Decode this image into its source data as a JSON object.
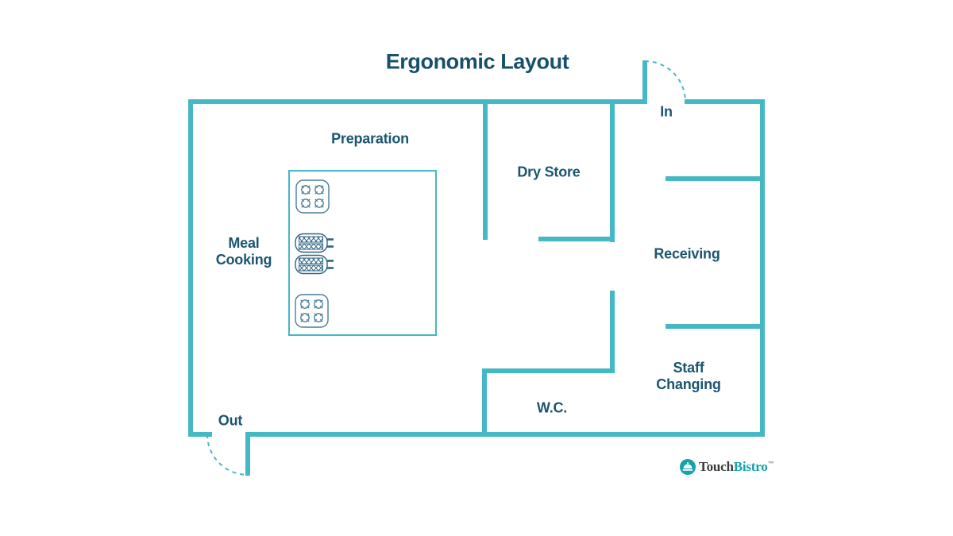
{
  "title": "Ergonomic Layout",
  "rooms": {
    "preparation": "Preparation",
    "dry_store": "Dry Store",
    "receiving": "Receiving",
    "meal_cooking": "Meal Cooking",
    "staff_changing": "Staff Changing",
    "wc": "W.C."
  },
  "doors": {
    "in": "In",
    "out": "Out"
  },
  "equipment": {
    "stove_top": "four-burner-stove",
    "grill_upper": "double-grill",
    "grill_lower": "double-grill",
    "stove_bottom": "four-burner-stove"
  },
  "logo": {
    "touch": "Touch",
    "bistro": "Bistro",
    "trademark": "™"
  },
  "colors": {
    "wall_teal": "#45b8c3",
    "label_dark_teal": "#1b5570",
    "title_dark_teal": "#17506b",
    "stove_icon": "#4a7d9b",
    "grill_icon": "#2d6480",
    "logo_teal": "#13a3a9",
    "logo_dark": "#3c3c3c"
  }
}
